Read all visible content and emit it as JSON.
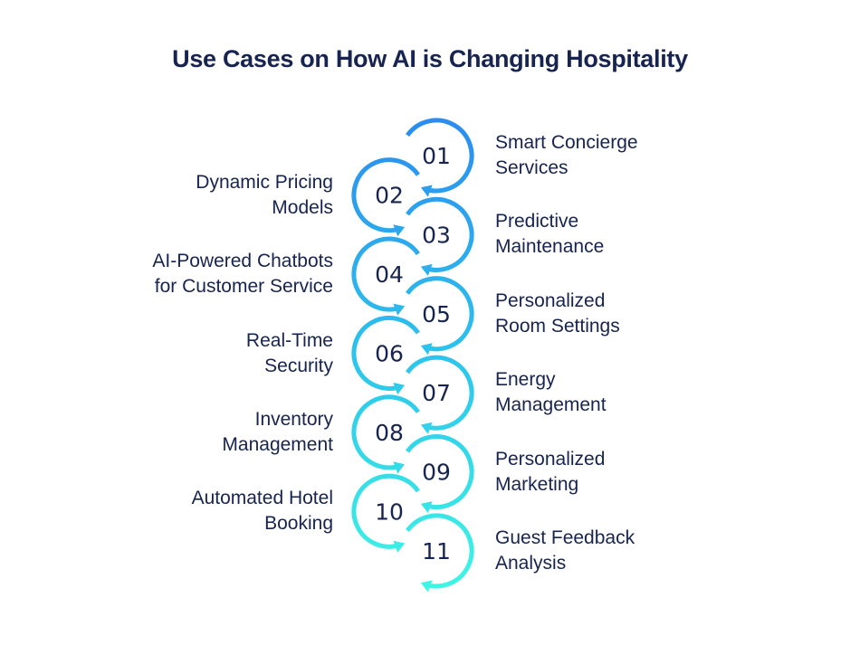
{
  "title": "Use Cases on How AI is Changing Hospitality",
  "colors": {
    "text": "#17244f",
    "gradient_top": "#2b8cef",
    "gradient_bottom": "#3ff5e4"
  },
  "steps": [
    {
      "number": "01",
      "side": "right",
      "line1": "Smart Concierge",
      "line2": "Services"
    },
    {
      "number": "02",
      "side": "left",
      "line1": "Dynamic Pricing",
      "line2": "Models"
    },
    {
      "number": "03",
      "side": "right",
      "line1": "Predictive",
      "line2": "Maintenance"
    },
    {
      "number": "04",
      "side": "left",
      "line1": "AI-Powered Chatbots",
      "line2": "for Customer Service"
    },
    {
      "number": "05",
      "side": "right",
      "line1": "Personalized",
      "line2": "Room Settings"
    },
    {
      "number": "06",
      "side": "left",
      "line1": "Real-Time",
      "line2": "Security"
    },
    {
      "number": "07",
      "side": "right",
      "line1": "Energy",
      "line2": "Management"
    },
    {
      "number": "08",
      "side": "left",
      "line1": "Inventory",
      "line2": "Management"
    },
    {
      "number": "09",
      "side": "right",
      "line1": "Personalized",
      "line2": "Marketing"
    },
    {
      "number": "10",
      "side": "left",
      "line1": "Automated Hotel",
      "line2": "Booking"
    },
    {
      "number": "11",
      "side": "right",
      "line1": "Guest Feedback",
      "line2": "Analysis"
    }
  ]
}
